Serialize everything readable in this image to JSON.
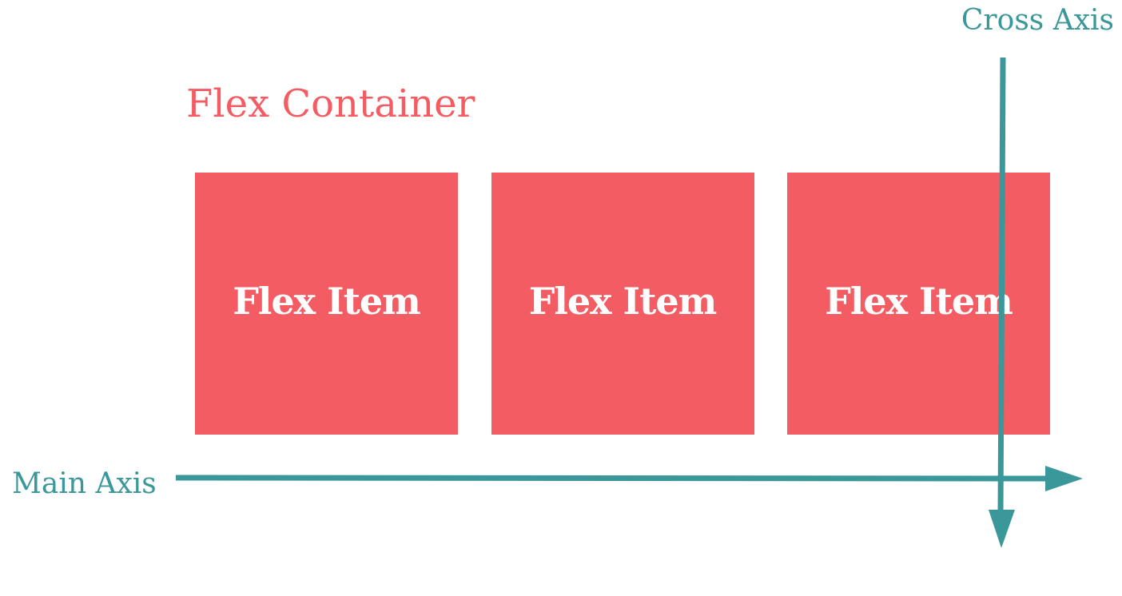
{
  "container_label": "Flex Container",
  "items": [
    {
      "label": "Flex Item"
    },
    {
      "label": "Flex Item"
    },
    {
      "label": "Flex Item"
    }
  ],
  "axes": {
    "main": {
      "label": "Main Axis"
    },
    "cross": {
      "label": "Cross Axis"
    }
  },
  "colors": {
    "item_fill": "#f25c62",
    "container_label": "#f25c62",
    "axis": "#3a979a"
  }
}
